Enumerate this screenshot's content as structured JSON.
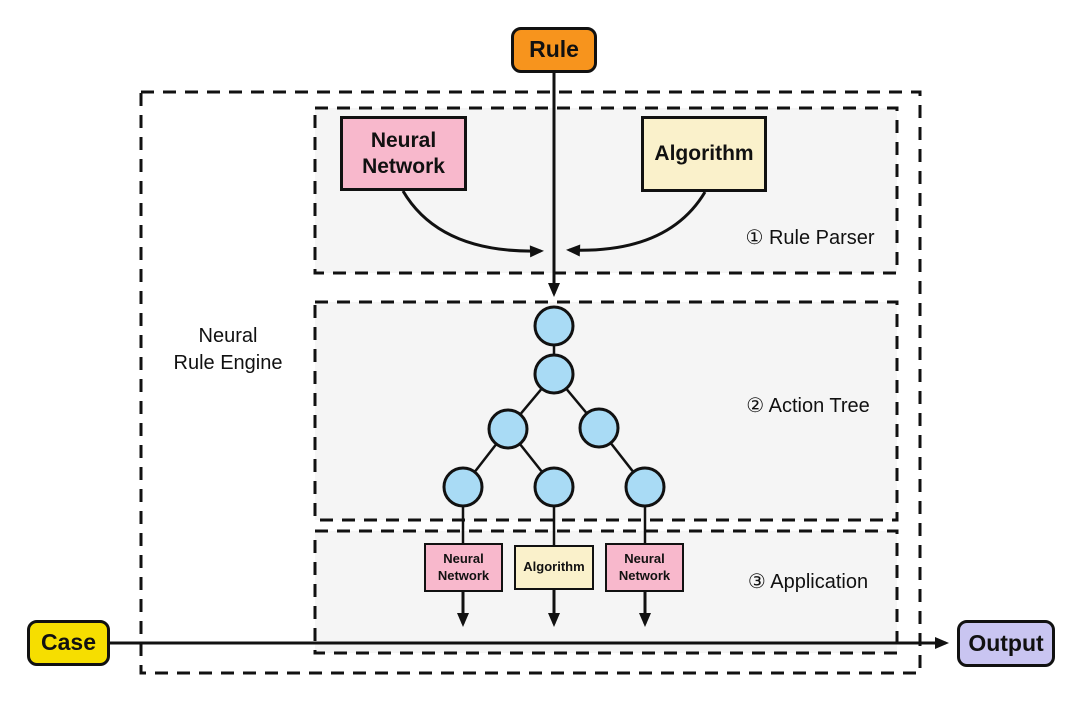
{
  "colors": {
    "rule": "#F7941D",
    "pink": "#F8B8CC",
    "cream": "#FAF1CB",
    "case": "#F6DE00",
    "output": "#C9C5F1",
    "node": "#A9DBF5",
    "section": "#F5F5F5",
    "ink": "#111111"
  },
  "diagram": {
    "rule": "Rule",
    "case": "Case",
    "output": "Output",
    "engine": "Neural\nRule Engine",
    "parser": {
      "label": "① Rule Parser",
      "neural_network": "Neural\nNetwork",
      "algorithm": "Algorithm"
    },
    "tree": {
      "label": "② Action Tree",
      "node_count": 7
    },
    "application": {
      "label": "③ Application",
      "modules": [
        "Neural\nNetwork",
        "Algorithm",
        "Neural\nNetwork"
      ]
    }
  }
}
